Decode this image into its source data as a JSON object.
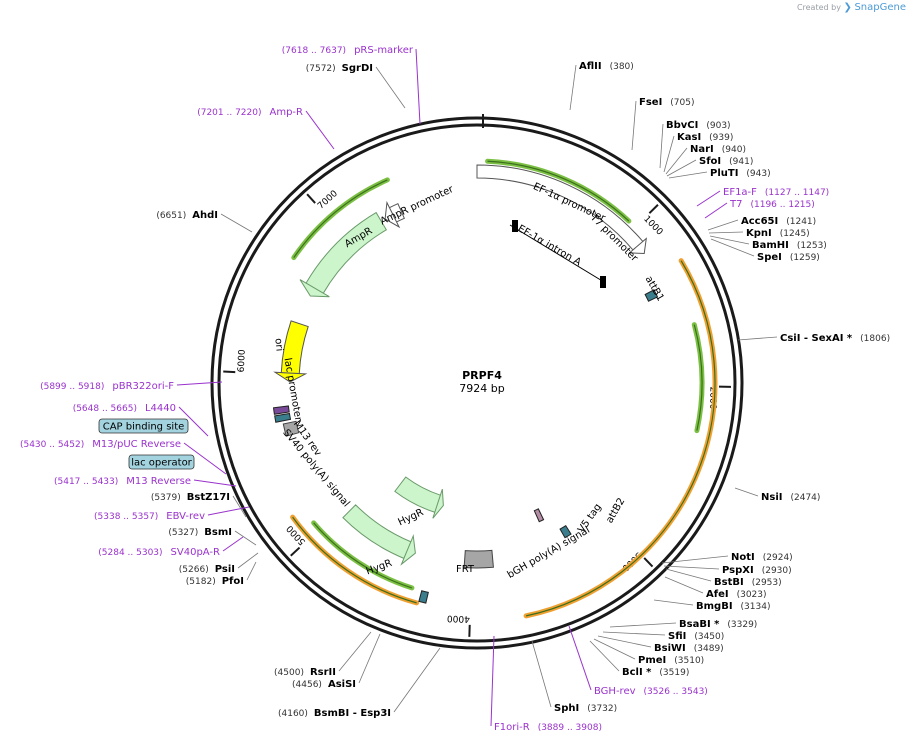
{
  "header": {
    "credit_prefix": "Created by",
    "credit_brand": "SnapGene"
  },
  "plasmid": {
    "name": "PRPF4",
    "length_label": "7924 bp",
    "length": 7924
  },
  "ticks": [
    {
      "label": "1000",
      "pos": 1000
    },
    {
      "label": "2000",
      "pos": 2000
    },
    {
      "label": "3000",
      "pos": 3000
    },
    {
      "label": "4000",
      "pos": 4000
    },
    {
      "label": "5000",
      "pos": 5000
    },
    {
      "label": "6000",
      "pos": 6000
    },
    {
      "label": "7000",
      "pos": 7000
    }
  ],
  "enzymes": [
    {
      "name": "AflII",
      "range": "(380)",
      "side": "right"
    },
    {
      "name": "FseI",
      "range": "(705)",
      "side": "right"
    },
    {
      "name": "BbvCI",
      "range": "(903)",
      "side": "right"
    },
    {
      "name": "KasI",
      "range": "(939)",
      "side": "right"
    },
    {
      "name": "NarI",
      "range": "(940)",
      "side": "right"
    },
    {
      "name": "SfoI",
      "range": "(941)",
      "side": "right"
    },
    {
      "name": "PluTI",
      "range": "(943)",
      "side": "right"
    },
    {
      "name": "Acc65I",
      "range": "(1241)",
      "side": "right"
    },
    {
      "name": "KpnI",
      "range": "(1245)",
      "side": "right"
    },
    {
      "name": "BamHI",
      "range": "(1253)",
      "side": "right"
    },
    {
      "name": "SpeI",
      "range": "(1259)",
      "side": "right"
    },
    {
      "name": "CsiI  - SexAI *",
      "range": "(1806)",
      "side": "right"
    },
    {
      "name": "NsiI",
      "range": "(2474)",
      "side": "right"
    },
    {
      "name": "NotI",
      "range": "(2924)",
      "side": "right"
    },
    {
      "name": "PspXI",
      "range": "(2930)",
      "side": "right"
    },
    {
      "name": "BstBI",
      "range": "(2953)",
      "side": "right"
    },
    {
      "name": "AfeI",
      "range": "(3023)",
      "side": "right"
    },
    {
      "name": "BmgBI",
      "range": "(3134)",
      "side": "right"
    },
    {
      "name": "BsaBI *",
      "range": "(3329)",
      "side": "right"
    },
    {
      "name": "SfiI",
      "range": "(3450)",
      "side": "right"
    },
    {
      "name": "BsiWI",
      "range": "(3489)",
      "side": "right"
    },
    {
      "name": "PmeI",
      "range": "(3510)",
      "side": "right"
    },
    {
      "name": "BclI *",
      "range": "(3519)",
      "side": "right"
    },
    {
      "name": "SphI",
      "range": "(3732)",
      "side": "right"
    },
    {
      "name": "BsmBI  - Esp3I",
      "range": "(4160)",
      "side": "left"
    },
    {
      "name": "AsiSI",
      "range": "(4456)",
      "side": "left"
    },
    {
      "name": "RsrII",
      "range": "(4500)",
      "side": "left"
    },
    {
      "name": "PfoI",
      "range": "(5182)",
      "side": "left"
    },
    {
      "name": "PsiI",
      "range": "(5266)",
      "side": "left"
    },
    {
      "name": "BsmI",
      "range": "(5327)",
      "side": "left"
    },
    {
      "name": "BstZ17I",
      "range": "(5379)",
      "side": "left"
    },
    {
      "name": "AhdI",
      "range": "(6651)",
      "side": "left"
    },
    {
      "name": "SgrDI",
      "range": "(7572)",
      "side": "left"
    }
  ],
  "primers": [
    {
      "name": "EF1a-F",
      "range": "(1127 .. 1147)",
      "side": "right"
    },
    {
      "name": "T7",
      "range": "(1196 .. 1215)",
      "side": "right"
    },
    {
      "name": "BGH-rev",
      "range": "(3526 .. 3543)",
      "side": "right"
    },
    {
      "name": "F1ori-R",
      "range": "(3889 .. 3908)",
      "side": "right"
    },
    {
      "name": "SV40pA-R",
      "range": "(5284 .. 5303)",
      "side": "left"
    },
    {
      "name": "EBV-rev",
      "range": "(5338 .. 5357)",
      "side": "left"
    },
    {
      "name": "M13 Reverse",
      "range": "(5417 .. 5433)",
      "side": "left"
    },
    {
      "name": "M13/pUC Reverse",
      "range": "(5430 .. 5452)",
      "side": "left"
    },
    {
      "name": "L4440",
      "range": "(5648 .. 5665)",
      "side": "left"
    },
    {
      "name": "pBR322ori-F",
      "range": "(5899 .. 5918)",
      "side": "left"
    },
    {
      "name": "Amp-R",
      "range": "(7201 .. 7220)",
      "side": "left"
    },
    {
      "name": "pRS-marker",
      "range": "(7618 .. 7637)",
      "side": "left"
    }
  ],
  "boxed_features": [
    {
      "name": "CAP binding site"
    },
    {
      "name": "lac operator"
    }
  ],
  "features": [
    {
      "name": "EF-1α promoter"
    },
    {
      "name": "EF-1α intron A"
    },
    {
      "name": "T7 promoter"
    },
    {
      "name": "attB1"
    },
    {
      "name": "AmpR"
    },
    {
      "name": "AmpR promoter"
    },
    {
      "name": "ori"
    },
    {
      "name": "lac promoter"
    },
    {
      "name": "M13 rev"
    },
    {
      "name": "SV40 poly(A) signal"
    },
    {
      "name": "HygR"
    },
    {
      "name": "HygR"
    },
    {
      "name": "FRT"
    },
    {
      "name": "bGH poly(A) signal"
    },
    {
      "name": "V5 tag"
    },
    {
      "name": "attB2"
    }
  ],
  "colors": {
    "backbone": "#1a1a1a",
    "enzyme_text": "#000000",
    "range_text": "#333333",
    "primer": "#9a32cd",
    "promoter_fill": "#ffffff",
    "cds_fill": "#ccf5cc",
    "cds_stroke": "#6a9a6a",
    "ori_fill": "#ffff00",
    "orf_green": "#7bc043",
    "orf_orange": "#f0a030",
    "grey_fill": "#a6a6a6",
    "teal": "#3a7d8c",
    "box_fill": "#a3d3df"
  }
}
